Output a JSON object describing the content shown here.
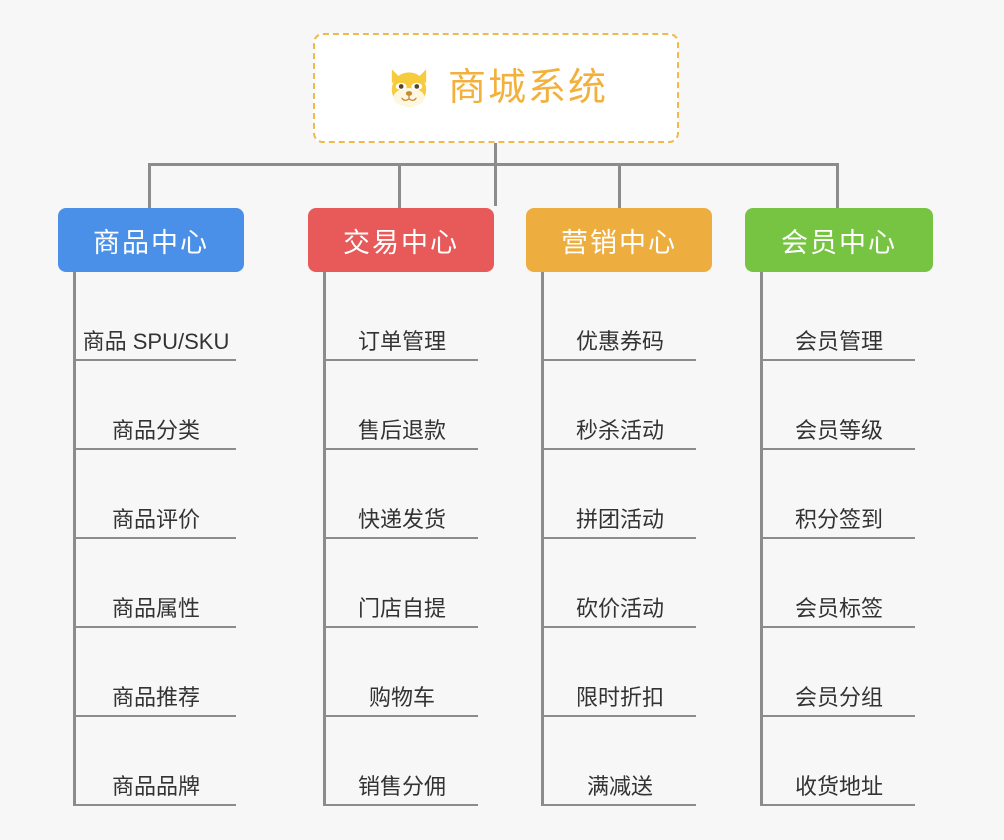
{
  "page": {
    "background_color": "#f7f7f7",
    "type": "organization-chart"
  },
  "root": {
    "title": "商城系统",
    "icon": "shiba-dog-face-icon",
    "border_color": "#f0b94a",
    "text_color": "#f2b13c",
    "background_color": "#ffffff"
  },
  "connector": {
    "color": "#8c8c8c"
  },
  "columns": [
    {
      "key": "products",
      "header": "商品中心",
      "color": "#4a90e8",
      "items": [
        "商品 SPU/SKU",
        "商品分类",
        "商品评价",
        "商品属性",
        "商品推荐",
        "商品品牌"
      ]
    },
    {
      "key": "trade",
      "header": "交易中心",
      "color": "#e8595a",
      "items": [
        "订单管理",
        "售后退款",
        "快递发货",
        "门店自提",
        "购物车",
        "销售分佣"
      ]
    },
    {
      "key": "marketing",
      "header": "营销中心",
      "color": "#edad3f",
      "items": [
        "优惠券码",
        "秒杀活动",
        "拼团活动",
        "砍价活动",
        "限时折扣",
        "满减送"
      ]
    },
    {
      "key": "member",
      "header": "会员中心",
      "color": "#76c442",
      "items": [
        "会员管理",
        "会员等级",
        "积分签到",
        "会员标签",
        "会员分组",
        "收货地址"
      ]
    }
  ]
}
